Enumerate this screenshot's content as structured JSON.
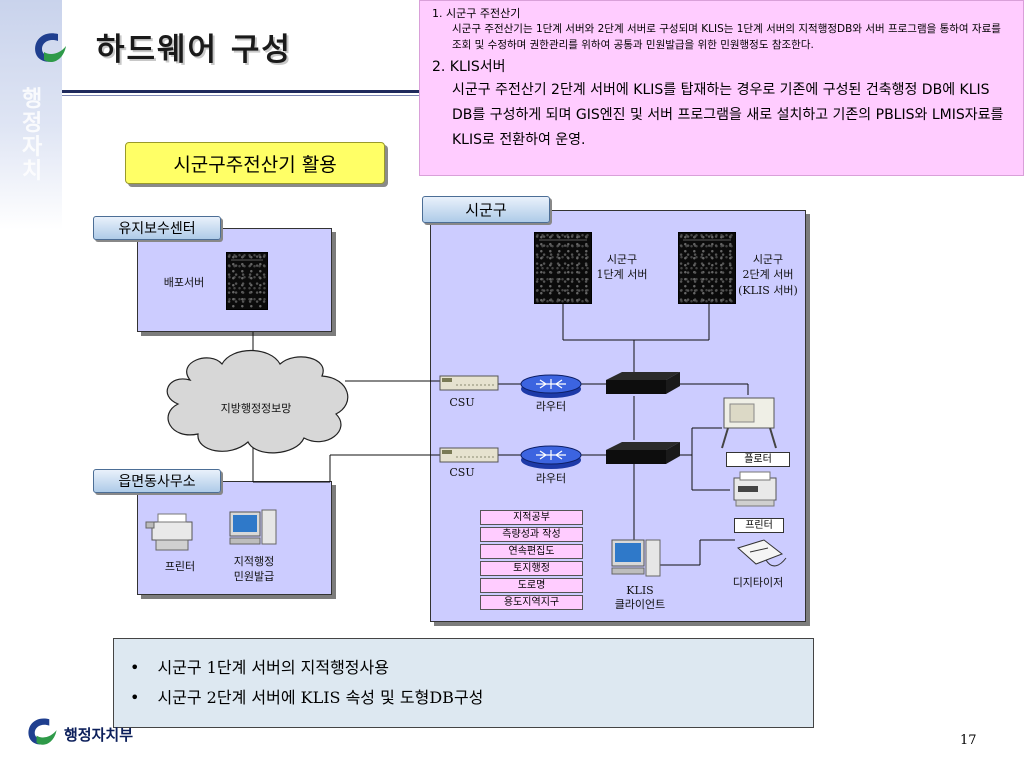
{
  "slide": {
    "title": "하드웨어 구성",
    "page_number": "17"
  },
  "left_strip": {
    "watermark_text": "행정자치"
  },
  "info": {
    "item1_heading": "1.  시군구 주전산기",
    "item1_text": "시군구 주전산기는 1단계 서버와 2단계 서버로 구성되며 KLIS는 1단계 서버의 지적행정DB와 서버 프로그램을 통하여 자료를 조회 및 수정하며 권한관리를 위하여 공통과 민원발급을 위한 민원행정도 참조한다.",
    "item2_heading": "2. KLIS서버",
    "item2_text": "시군구 주전산기 2단계 서버에 KLIS를 탑재하는 경우로 기존에 구성된 건축행정 DB에 KLIS DB를 구성하게 되며 GIS엔진 및 서버 프로그램을 새로 설치하고 기존의 PBLIS와 LMIS자료를 KLIS로 전환하여 운영."
  },
  "diagram": {
    "usage_label": "시군구주전산기 활용",
    "maintenance_center": {
      "label": "유지보수센터",
      "server_label": "배포서버"
    },
    "network_label": "지방행정정보망",
    "office": {
      "label": "읍면동사무소",
      "printer_label": "프린터",
      "pc_label_line1": "지적행정",
      "pc_label_line2": "민원발급"
    },
    "sigungu": {
      "label": "시군구",
      "server1_line1": "시군구",
      "server1_line2": "1단계 서버",
      "server2_line1": "시군구",
      "server2_line2": "2단계 서버",
      "server2_line3": "(KLIS 서버)",
      "csu1": "CSU",
      "csu2": "CSU",
      "router1": "라우터",
      "router2": "라우터",
      "plotter": "플로터",
      "printer": "프린터",
      "digitizer": "디지타이저",
      "client_line1": "KLIS",
      "client_line2": "클라이언트",
      "modules": [
        "지적공부",
        "측량성과 작성",
        "연속편집도",
        "토지행정",
        "도로명",
        "용도지역지구"
      ]
    }
  },
  "bullets": [
    "시군구 1단계 서버의 지적행정사용",
    "시군구 2단계 서버에 KLIS 속성 및 도형DB구성"
  ],
  "footer": {
    "org_name": "행정자치부"
  },
  "colors": {
    "panel_fill": "#ccccff",
    "info_box": "#ffccff",
    "label_yellow": "#ffff66",
    "bullet_box": "#dde8f1",
    "brand_blue": "#1f2a5c",
    "brand_green": "#2e9a49"
  }
}
